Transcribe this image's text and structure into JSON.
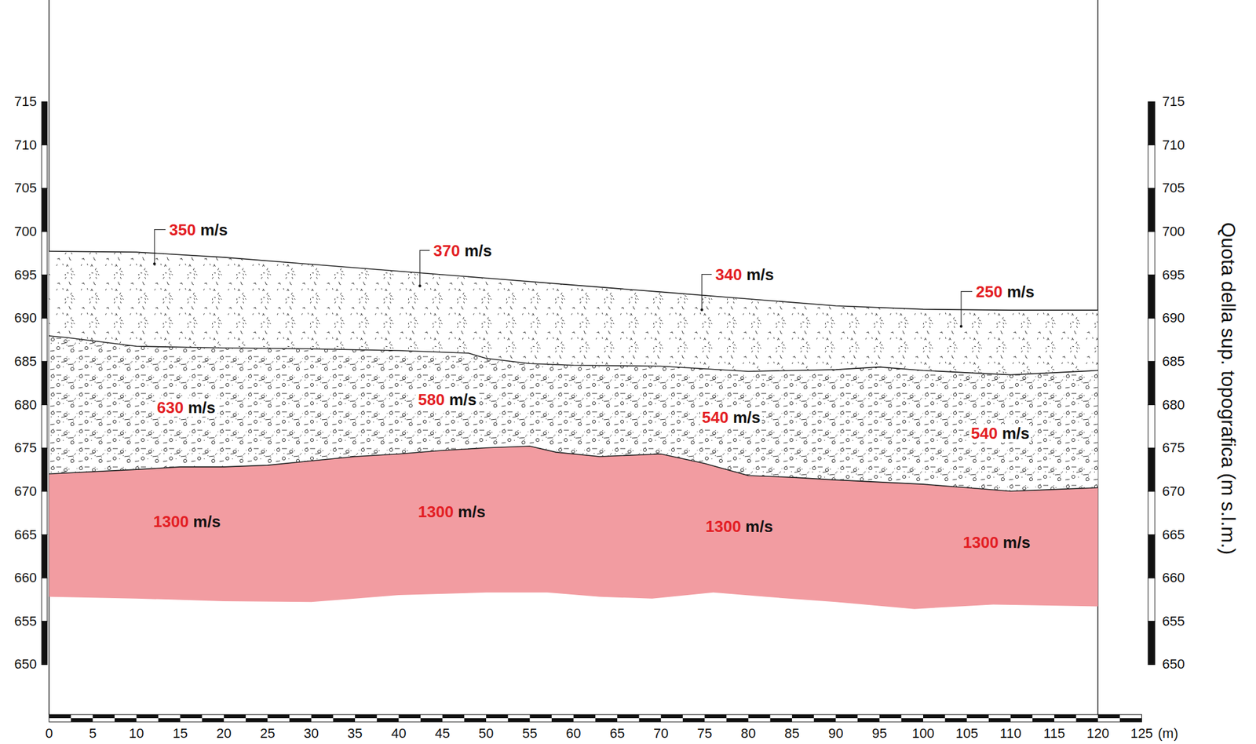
{
  "diagram": {
    "nodes": [
      {
        "text": [
          "350",
          "m/s",
          "370",
          "m/s",
          "340",
          "m/s",
          "250",
          "m/s"
        ]
      },
      {
        "text": [
          "630",
          "m/s",
          "580",
          "m/s",
          "540",
          "m/s",
          "540",
          "m/s"
        ]
      },
      {
        "text": [
          "1300",
          "m/s",
          "1300",
          "m/s",
          "1300",
          "m/s",
          "1300",
          "m/s"
        ]
      }
    ],
    "labels": [
      "715",
      "710",
      "705",
      "700",
      "695",
      "690",
      "685",
      "680",
      "675",
      "670",
      "665",
      "660",
      "655",
      "650",
      "715",
      "710",
      "705",
      "700",
      "695",
      "690",
      "685",
      "680",
      "675",
      "670",
      "665",
      "660",
      "655",
      "650",
      "Quota della sup. topografica (m s.l.m.)",
      "0",
      "5",
      "10",
      "15",
      "20",
      "25",
      "30",
      "35",
      "40",
      "45",
      "50",
      "55",
      "60",
      "65",
      "70",
      "75",
      "80",
      "85",
      "90",
      "95",
      "100",
      "105",
      "110",
      "115",
      "120",
      "125",
      "(m)"
    ]
  }
}
